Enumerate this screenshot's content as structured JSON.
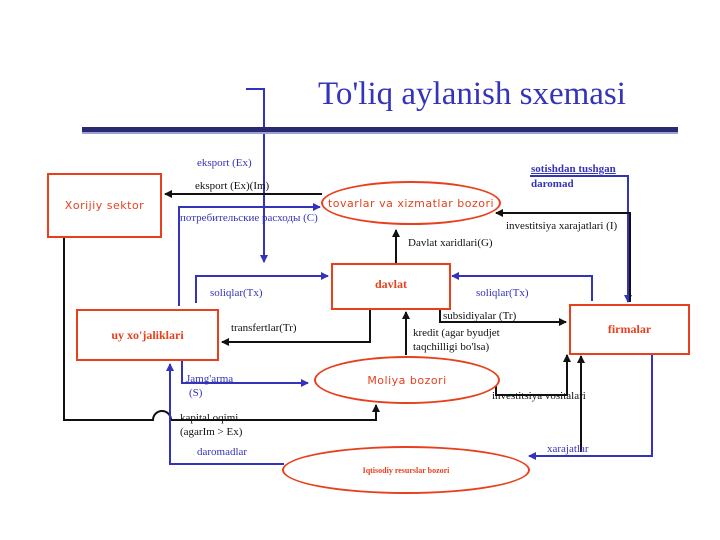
{
  "title": "To'liq aylanish sxemasi",
  "nodes": {
    "xorijiy": "Xorijiy sektor",
    "tovarlar": "tovarlar va xizmatlar bozori",
    "davlat": "davlat",
    "uy": "uy xo'jaliklari",
    "firmalar": "firmalar",
    "moliya": "Moliya bozori",
    "iqtisodiy": "Iqtisodiy resurslar bozori"
  },
  "labels": {
    "eksport_ex": "eksport (Ex)",
    "eksport_ex_im": "eksport (Ex)(Im)",
    "sotishdan_1": "sotishdan tushgan",
    "sotishdan_2": "daromad",
    "iste_mol": "потребительские расходы (С)",
    "investitsiya_xarajatlari": "investitsiya xarajatlari (I)",
    "davlat_xaridlari": "Davlat xaridlari(G)",
    "soliqlar_left": "soliqlar(Tx)",
    "soliqlar_right": "soliqlar(Tx)",
    "subsidiyalar": "subsidiyalar (Tr)",
    "transfertlar": "transfertlar(Tr)",
    "kredit_1": "kredit (agar byudjet",
    "kredit_2": "taqchilligi bo'lsa)",
    "jamgarma_1": "Jamg'arma",
    "jamgarma_2": "(S)",
    "investitsiya_vositalari": "investitsiya vositalari",
    "kapital_1": "kapital oqimi",
    "kapital_2": "(agarIm > Ex)",
    "daromadlar": "daromadlar",
    "xarajatlar": "xarajatlar"
  },
  "colors": {
    "title": "#3333bb",
    "node_border": "#e8401c",
    "blue_flow": "#3333bb",
    "black_flow": "#111111"
  }
}
